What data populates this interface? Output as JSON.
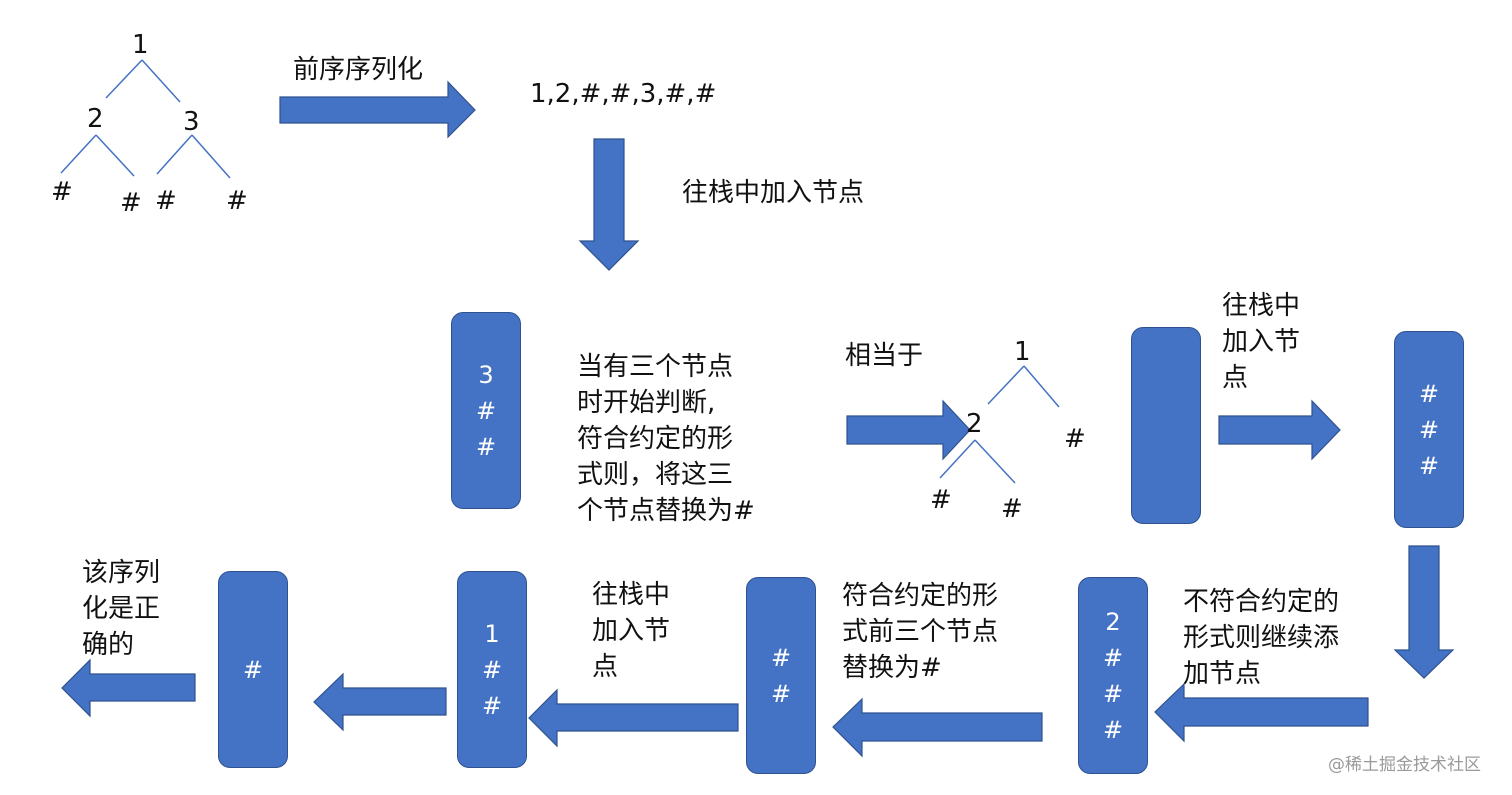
{
  "tree1": {
    "root": "1",
    "left": "2",
    "right": "3",
    "hashes": [
      "#",
      "#",
      "#",
      "#"
    ]
  },
  "tree2": {
    "root": "1",
    "left": "2",
    "right_hash": "#",
    "hashes": [
      "#",
      "#"
    ]
  },
  "labels": {
    "preorder": "前序序列化",
    "serialized": "1,2,#,#,3,#,#",
    "push1": "往栈中加入节点",
    "judge": "当有三个节点\n时开始判断,\n符合约定的形\n式则，将这三\n个节点替换为#",
    "equivalent": "相当于",
    "push2": "往栈中\n加入节\n点",
    "not_match": "不符合约定的\n形式则继续添\n加节点",
    "match": "符合约定的形\n式前三个节点\n替换为#",
    "push3": "往栈中\n加入节\n点",
    "result": "该序列\n化是正\n确的"
  },
  "stacks": {
    "s1": [
      "3",
      "#",
      "#"
    ],
    "s2": [],
    "s3": [
      "#",
      "#",
      "#"
    ],
    "s4": [
      "2",
      "#",
      "#",
      "#"
    ],
    "s5": [
      "#",
      "#"
    ],
    "s6": [
      "1",
      "#",
      "#"
    ],
    "s7": [
      "#"
    ]
  },
  "watermark": "@稀土掘金技术社区",
  "colors": {
    "box": "#4472c4",
    "box_border": "#2f528f",
    "arrow": "#4472c4",
    "line": "#4472c4"
  }
}
